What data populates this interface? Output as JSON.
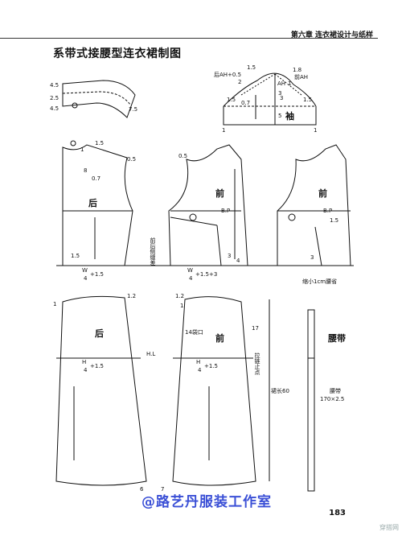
{
  "header": {
    "chapter": "第六章  连衣裙设计与纸样",
    "title": "系带式接腰型连衣裙制图",
    "page_number": "183"
  },
  "collar": {
    "dims": [
      "4.5",
      "2.5",
      "4.5",
      "7.5"
    ]
  },
  "sleeve": {
    "labels": {
      "back_ah": "后AH+0.5",
      "front_ah": "前AH",
      "name": "袖"
    },
    "dims": [
      "1.5",
      "2",
      "1.8",
      "1",
      "1.5",
      "0.7",
      "3",
      "1.5",
      "5",
      "1",
      "1"
    ],
    "fraction_num": "AH",
    "fraction_den": "3"
  },
  "bodice_back": {
    "label": "后",
    "dims": [
      "1.5",
      "1",
      "8",
      "0.7",
      "0.5",
      "1.5"
    ],
    "waist_num": "W",
    "waist_den": "4",
    "waist_add": "+1.5"
  },
  "bodice_front": {
    "label": "前",
    "dims": [
      "0.5",
      "B.P",
      "3",
      "4"
    ],
    "side_note": "前后侧缝差",
    "waist_num": "W",
    "waist_den": "4",
    "waist_add": "+1.5+3"
  },
  "bodice_front2": {
    "label": "前",
    "dims": [
      "B.P",
      "1.5",
      "3"
    ],
    "dart_note": "缩小1cm腰省"
  },
  "skirt_back": {
    "label": "后",
    "dims": [
      "1",
      "1.2"
    ],
    "hip_num": "H",
    "hip_den": "4",
    "hip_add": "+1.5",
    "hl": "H.L",
    "hem": "6"
  },
  "skirt_front": {
    "label": "前",
    "dims": [
      "1.2",
      "1",
      "17",
      "7"
    ],
    "pocket": "14袋口",
    "zip": "拉链止点",
    "length": "裙长60",
    "hip_num": "H",
    "hip_den": "4",
    "hip_add": "+1.5"
  },
  "belt": {
    "label": "腰带",
    "size_label": "腰带",
    "size": "170×2.5"
  },
  "watermark": "@路艺丹服装工作室",
  "watermark_logo": "穿搭网"
}
